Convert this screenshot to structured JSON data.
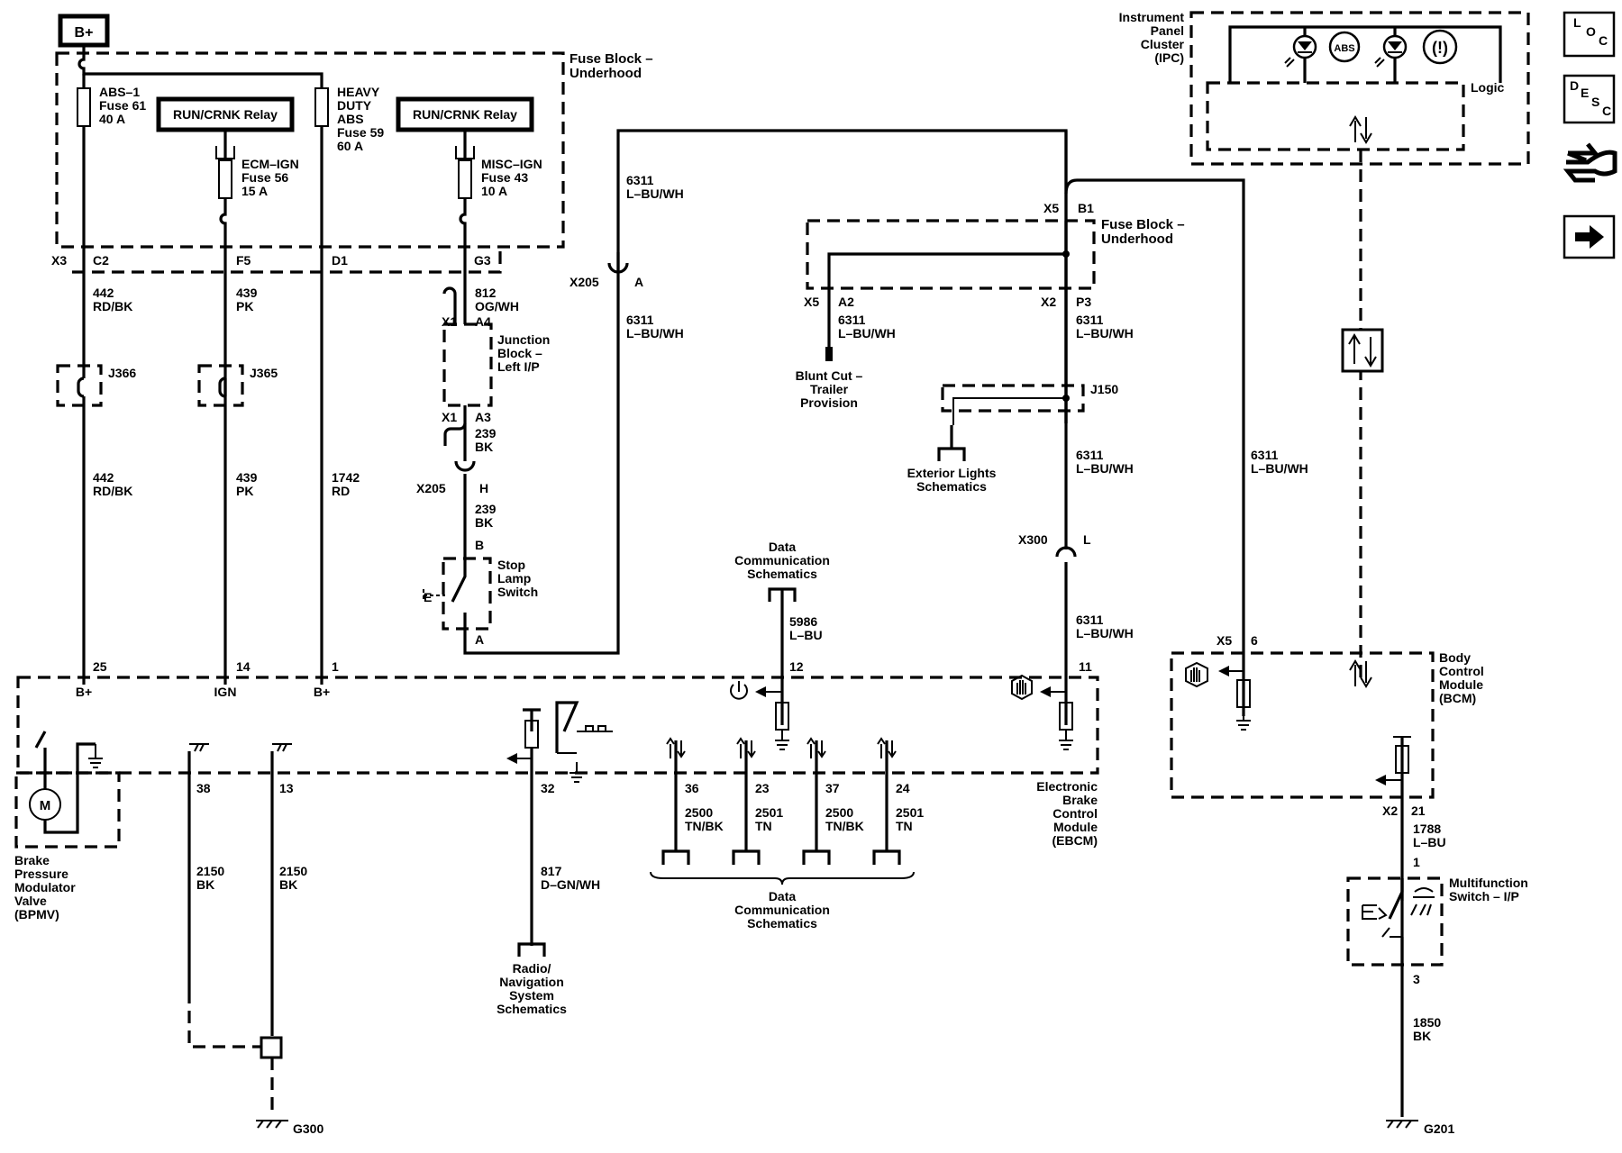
{
  "supply": {
    "bplus": "B+"
  },
  "fuse_block_top": {
    "title": [
      "Fuse Block –",
      "Underhood"
    ],
    "abs1": [
      "ABS–1",
      "Fuse 61",
      "40 A"
    ],
    "heavy": [
      "HEAVY",
      "DUTY",
      "ABS",
      "Fuse 59",
      "60 A"
    ],
    "relay1": "RUN/CRNK Relay",
    "relay2": "RUN/CRNK Relay",
    "ecm": [
      "ECM–IGN",
      "Fuse 56",
      "15 A"
    ],
    "misc": [
      "MISC–IGN",
      "Fuse 43",
      "10 A"
    ],
    "conn": {
      "x3": "X3",
      "c2": "C2",
      "f5": "F5",
      "d1": "D1",
      "g3": "G3"
    }
  },
  "wires": {
    "w442a": [
      "442",
      "RD/BK"
    ],
    "w439a": [
      "439",
      "PK"
    ],
    "w812": [
      "812",
      "OG/WH"
    ],
    "w239a": [
      "239",
      "BK"
    ],
    "w239b": [
      "239",
      "BK"
    ],
    "w442b": [
      "442",
      "RD/BK"
    ],
    "w439b": [
      "439",
      "PK"
    ],
    "w1742": [
      "1742",
      "RD"
    ],
    "w6311_a": [
      "6311",
      "L–BU/WH"
    ],
    "w6311_b": [
      "6311",
      "L–BU/WH"
    ],
    "w6311_c": [
      "6311",
      "L–BU/WH"
    ],
    "w6311_d": [
      "6311",
      "L–BU/WH"
    ],
    "w6311_e": [
      "6311",
      "L–BU/WH"
    ],
    "w6311_f": [
      "6311",
      "L–BU/WH"
    ],
    "w6311_g": [
      "6311",
      "L–BU/WH"
    ],
    "w5986": [
      "5986",
      "L–BU"
    ],
    "w2150a": [
      "2150",
      "BK"
    ],
    "w2150b": [
      "2150",
      "BK"
    ],
    "w817": [
      "817",
      "D–GN/WH"
    ],
    "w2500a": [
      "2500",
      "TN/BK"
    ],
    "w2501a": [
      "2501",
      "TN"
    ],
    "w2500b": [
      "2500",
      "TN/BK"
    ],
    "w2501b": [
      "2501",
      "TN"
    ],
    "w1788": [
      "1788",
      "L–BU"
    ],
    "w1850": [
      "1850",
      "BK"
    ]
  },
  "splices": {
    "j366": "J366",
    "j365": "J365",
    "j150": "J150"
  },
  "junction_block": {
    "x1a": "X1",
    "a4": "A4",
    "x1b": "X1",
    "a3": "A3",
    "label": [
      "Junction",
      "Block –",
      "Left I/P"
    ]
  },
  "inline": {
    "x205h": "X205",
    "h": "H",
    "x205a": "X205",
    "a": "A",
    "x300": "X300",
    "l": "L"
  },
  "stop_lamp": {
    "b": "B",
    "a": "A",
    "label": [
      "Stop",
      "Lamp",
      "Switch"
    ],
    "e": "E"
  },
  "ebcm": {
    "pins_top": {
      "p25": "25",
      "p14": "14",
      "p1": "1",
      "p12": "12",
      "p11": "11"
    },
    "pins_top_labels": {
      "bplus1": "B+",
      "ign": "IGN",
      "bplus2": "B+"
    },
    "pins_bottom": {
      "p38": "38",
      "p13": "13",
      "p32": "32",
      "p36": "36",
      "p23": "23",
      "p37": "37",
      "p24": "24"
    },
    "label": [
      "Electronic",
      "Brake",
      "Control",
      "Module",
      "(EBCM)"
    ]
  },
  "bpmv": {
    "m": "M",
    "label": [
      "Brake",
      "Pressure",
      "Modulator",
      "Valve",
      "(BPMV)"
    ]
  },
  "refs": {
    "data_comm_top": [
      "Data",
      "Communication",
      "Schematics"
    ],
    "data_comm_bottom": [
      "Data",
      "Communication",
      "Schematics"
    ],
    "radio": [
      "Radio/",
      "Navigation",
      "System",
      "Schematics"
    ],
    "ext_lights": [
      "Exterior Lights",
      "Schematics"
    ],
    "blunt": [
      "Blunt Cut –",
      "Trailer",
      "Provision"
    ]
  },
  "fuse_block_right": {
    "title": [
      "Fuse Block –",
      "Underhood"
    ],
    "x5b1": {
      "x5": "X5",
      "b1": "B1"
    },
    "x5a2": {
      "x5": "X5",
      "a2": "A2"
    },
    "x2p3": {
      "x2": "X2",
      "p3": "P3"
    }
  },
  "ipc": {
    "label": [
      "Instrument",
      "Panel",
      "Cluster",
      "(IPC)"
    ],
    "logic": "Logic",
    "abs": "ABS",
    "brake": "(!)"
  },
  "bcm": {
    "x5": "X5",
    "p6": "6",
    "x2": "X2",
    "p21": "21",
    "label": [
      "Body",
      "Control",
      "Module",
      "(BCM)"
    ]
  },
  "mfs": {
    "p1": "1",
    "p3": "3",
    "label": [
      "Multifunction",
      "Switch – I/P"
    ],
    "e": "E"
  },
  "grounds": {
    "g300": "G300",
    "g201": "G201"
  },
  "side_buttons": {
    "loc": {
      "l": "L",
      "o": "O",
      "c": "C"
    },
    "desc": {
      "d": "D",
      "e": "E",
      "s": "S",
      "c": "C"
    }
  }
}
